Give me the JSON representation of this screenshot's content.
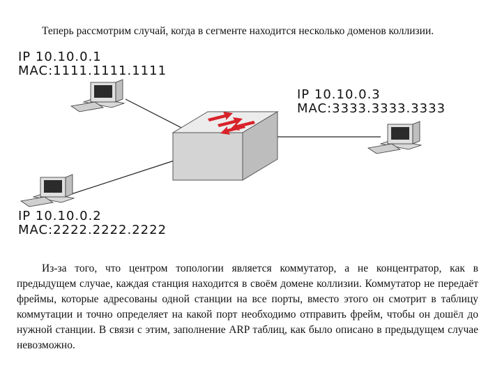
{
  "intro_text": "Теперь рассмотрим случай, когда в сегменте находится несколько доменов коллизии.",
  "hosts": [
    {
      "ip": "IP 10.10.0.1",
      "mac": "MAC:1111.1111.1111"
    },
    {
      "ip": "IP 10.10.0.2",
      "mac": "MAC:2222.2222.2222"
    },
    {
      "ip": "IP 10.10.0.3",
      "mac": "MAC:3333.3333.3333"
    }
  ],
  "colors": {
    "arrows": "#d8222a",
    "switch_top": "#e9e9e9",
    "switch_front": "#cfcfcf",
    "link": "#222222"
  },
  "body_text": "Из-за того, что центром топологии является коммутатор, а не концентратор, как в предыдущем случае, каждая станция находится в своём домене коллизии. Коммутатор не передаёт фреймы, которые адресованы одной станции на все порты, вместо этого он смотрит в таблицу коммутации и точно определяет на какой порт необходимо отправить фрейм, чтобы он дошёл до нужной станции. В связи с этим, заполнение ARP таблиц, как было описано в предыдущем случае невозможно."
}
